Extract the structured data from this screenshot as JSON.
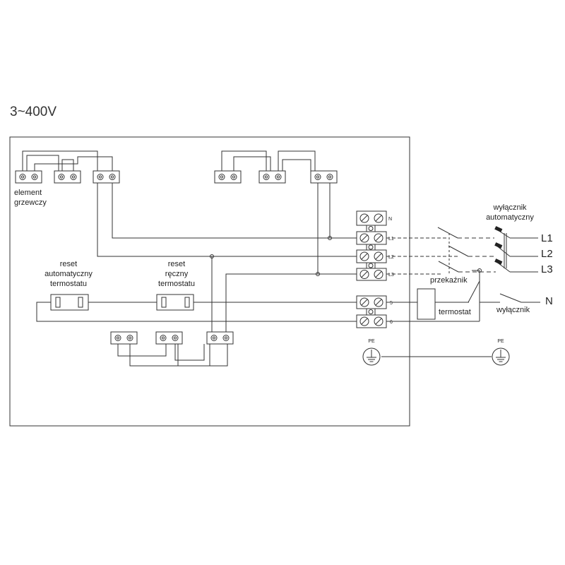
{
  "title": "3~400V",
  "labels": {
    "element": [
      "element",
      "grzewczy"
    ],
    "reset_auto": [
      "reset",
      "automatyczny",
      "termostatu"
    ],
    "reset_manual": [
      "reset",
      "ręczny",
      "termostatu"
    ],
    "breaker": [
      "wyłącznik",
      "automatyczny"
    ],
    "relay": "przekaźnik",
    "thermostat": "termostat",
    "switch": "wyłącznik",
    "pe_left": "PE",
    "pe_right": "PE"
  },
  "terminals": [
    "N",
    "L1",
    "L2",
    "L3",
    "5",
    "6"
  ],
  "phases": [
    "L1",
    "L2",
    "L3"
  ],
  "neutral": "N"
}
